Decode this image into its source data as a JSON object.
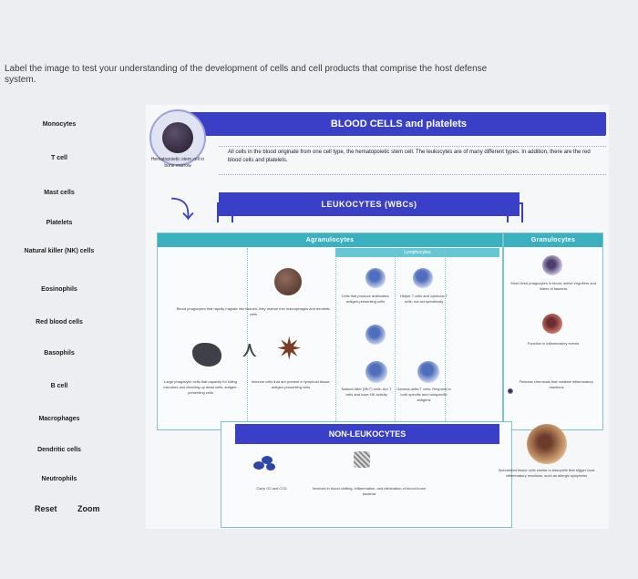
{
  "instructions": "Label the image to test your understanding of the development of cells and cell products that comprise the host defense system.",
  "labels": [
    "Monocytes",
    "T cell",
    "Mast cells",
    "Platelets",
    "Natural killer (NK) cells",
    "Eosinophils",
    "Red blood cells",
    "Basophils",
    "B cell",
    "Macrophages",
    "Dendritic cells",
    "Neutrophils"
  ],
  "footer": {
    "reset": "Reset",
    "zoom": "Zoom"
  },
  "diagram": {
    "title": "BLOOD CELLS and platelets",
    "hsc_caption": "Hematopoietic stem cell in bone marrow",
    "intro": "All cells in the blood originate from one cell type, the hematopoietic stem cell. The leukocytes are of many different types. In addition, there are the red blood cells and platelets.",
    "leukocytes": "LEUKOCYTES (WBCs)",
    "agranulocytes": "Agranulocytes",
    "granulocytes": "Granulocytes",
    "lymphocytes": "Lymphocytes",
    "non_leukocytes": "NON-LEUKOCYTES",
    "captions": {
      "mono": "Blood phagocytes that rapidly migrate into tissues; they mature into macrophages and dendritic cells",
      "macro": "Large phagocytic cells that capacity for killing microbes and cleaning up dead cells; antigen-presenting cells",
      "dend": "Immune cells that are present in lymphoid tissue; antigen-presenting cells",
      "bcell": "Cells that produce antibodies; antigen-presenting cells",
      "tcell": "Helper T cells and cytotoxic T cells; not act specifically",
      "nk": "Natural killer (NKT) cells: Are T cells and have NK activity",
      "gd": "Gamma-delta T cells: Respond to both specific and nonspecific antigens",
      "neut": "Short-lived phagocytes in blood; active engulfers and killers of bacteria",
      "eos": "Function in inflammatory events",
      "baso": "Release chemicals that mediate inflammatory reactions",
      "mast": "Specialized tissue cells similar to basophils that trigger local inflammatory reactions, such as allergic symptoms",
      "rbc": "Carry O2 and CO2",
      "plt": "Involved in blood clotting, inflammation, and elimination of blood-borne bacteria"
    }
  },
  "colors": {
    "accent": "#3a3fc7",
    "teal": "#3bb0c0"
  }
}
